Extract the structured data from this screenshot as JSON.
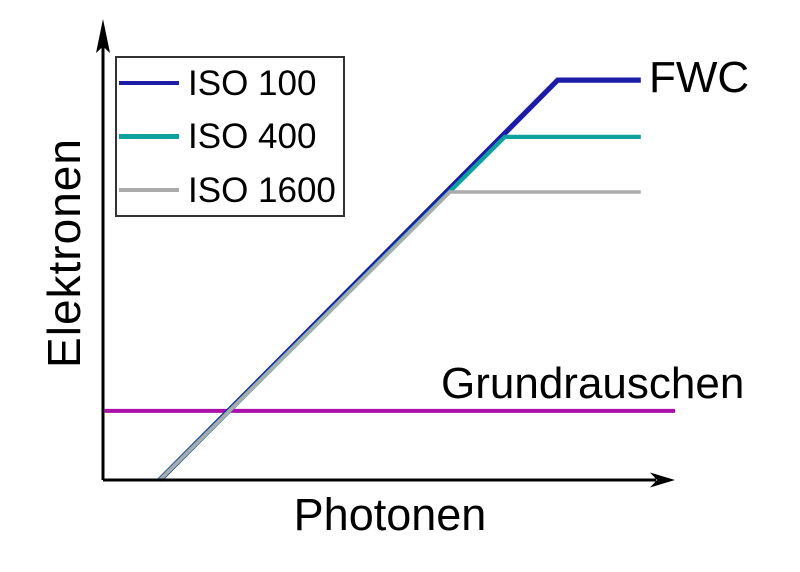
{
  "figure": {
    "background": "#ffffff",
    "ylabel": "Elektronen",
    "xlabel": "Photonen",
    "annotations": {
      "fwc": "FWC",
      "noise": "Grundrauschen"
    },
    "axis_color": "#000000"
  },
  "legend": {
    "items": [
      {
        "label": "ISO 100",
        "color": "#1c1ca6"
      },
      {
        "label": "ISO 400",
        "color": "#0fa0a0"
      },
      {
        "label": "ISO 1600",
        "color": "#ababab"
      }
    ]
  },
  "chart_data": {
    "type": "line",
    "title": "",
    "xlabel": "Photonen",
    "ylabel": "Elektronen",
    "xlim": [
      0,
      100
    ],
    "ylim": [
      0,
      100
    ],
    "grid": false,
    "axis_tick_labels": "none (qualitative sketch)",
    "legend_position": "upper-left",
    "series": [
      {
        "name": "ISO 100",
        "color": "#1c1ca6",
        "points_x": [
          10.1,
          80.9,
          95.7
        ],
        "points_y": [
          0,
          87.9,
          87.9
        ],
        "saturation_label": "FWC"
      },
      {
        "name": "ISO 400",
        "color": "#0fa0a0",
        "points_x": [
          10.1,
          71.5,
          95.7
        ],
        "points_y": [
          0,
          75.4,
          75.4
        ]
      },
      {
        "name": "ISO 1600",
        "color": "#ababab",
        "points_x": [
          10.1,
          61.7,
          95.7
        ],
        "points_y": [
          0,
          63.3,
          63.3
        ]
      }
    ],
    "reference_lines": [
      {
        "name": "Grundrauschen",
        "color": "#aa11aa",
        "y": 15.2,
        "x_start": 0.3,
        "x_end": 101.8
      }
    ]
  }
}
